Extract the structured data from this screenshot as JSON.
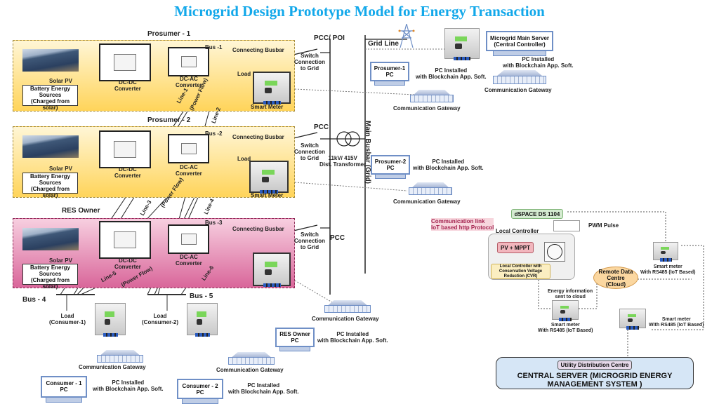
{
  "title": "Microgrid Design Prototype Model for Energy Transaction",
  "colors": {
    "title": "#12a8ea",
    "prosumer_panel": "#ffd45a",
    "res_panel": "#d9669a",
    "central_server": "#d6e6f6"
  },
  "prosumer1": {
    "heading": "Prosumer - 1",
    "solar": "Solar PV",
    "battery": [
      "Battery Energy",
      "Sources",
      "(Charged from",
      "solar)"
    ],
    "dcdc": [
      "DC-DC",
      "Converter"
    ],
    "dcac": [
      "DC-AC",
      "Converter"
    ],
    "bus": "Bus -1",
    "busbar": "Connecting Busbar",
    "load": "Load",
    "meter": "Smart Meter",
    "switch": [
      "Switch",
      "Connection",
      "to Grid"
    ],
    "pcc": "PCC/ POI"
  },
  "prosumer2": {
    "heading": "Prosumer - 2",
    "solar": "Solar PV",
    "battery": [
      "Battery Energy",
      "Sources",
      "(Charged from",
      "solar)"
    ],
    "dcdc": [
      "DC-DC",
      "Converter"
    ],
    "dcac": [
      "DC-AC",
      "Converter"
    ],
    "bus": "Bus -2",
    "busbar": "Connecting Busbar",
    "load": "Load",
    "meter": "Smart Meter",
    "switch": [
      "Switch",
      "Connection",
      "to Grid"
    ],
    "pcc": "PCC"
  },
  "res_owner": {
    "heading": "RES Owner",
    "solar": "Solar PV",
    "battery": [
      "Battery Energy",
      "Sources",
      "(Charged from",
      "solar)"
    ],
    "dcdc": [
      "DC-DC",
      "Converter"
    ],
    "dcac": [
      "DC-AC",
      "Converter"
    ],
    "bus": "Bus -3",
    "busbar": "Connecting Busbar",
    "switch": [
      "Switch",
      "Connection",
      "to Grid"
    ],
    "pcc": "PCC"
  },
  "lines": [
    "Line-1",
    "Line-2",
    "Line-3",
    "Line-4",
    "Line-5",
    "Line-6"
  ],
  "power_flow": "(Power Flow)",
  "grid": {
    "grid_line": "Grid Line",
    "main_busbar": [
      "Main Busbar",
      "(Grid)"
    ],
    "transformer": [
      "11kV/ 415V",
      "Dist. Transformer"
    ]
  },
  "network": {
    "main_server": [
      "Microgrid Main Server",
      "(Central Controller)"
    ],
    "pc_installed": [
      "PC Installed",
      "with Blockchain App. Soft."
    ],
    "gateway": "Communication Gateway",
    "prosumer1_pc": [
      "Prosumer-1",
      "PC"
    ],
    "prosumer2_pc": [
      "Prosumer-2",
      "PC"
    ],
    "res_pc": [
      "RES Owner",
      "PC"
    ],
    "consumer1_pc": [
      "Consumer - 1",
      "PC"
    ],
    "consumer2_pc": [
      "Consumer - 2",
      "PC"
    ]
  },
  "consumers": {
    "bus4": "Bus - 4",
    "bus5": "Bus - 5",
    "load1": [
      "Load",
      "(Consumer-1)"
    ],
    "load2": [
      "Load",
      "(Consumer-2)"
    ]
  },
  "iot": {
    "legend": [
      "Communication link",
      "IoT based http Protocol"
    ],
    "dspace": "dSPACE DS 1104",
    "pwm": "PWM Pulse",
    "local_controller": "Local Controller",
    "pv_mppt": "PV + MPPT",
    "cvr": [
      "Local Controller with",
      "Conservation Voltage",
      "Reduction (CVR)"
    ],
    "cloud": [
      "Remote Data",
      "Centre",
      "(Cloud)"
    ],
    "energy_info": [
      "Energy information",
      "sent to cloud"
    ],
    "smart_meter": [
      "Smart meter",
      "With RS485 (IoT Based)"
    ],
    "udc": "Utility Distribution Centre",
    "central": [
      "CENTRAL SERVER (MICROGRID ENERGY",
      "MANAGEMENT SYSTEM )"
    ]
  }
}
